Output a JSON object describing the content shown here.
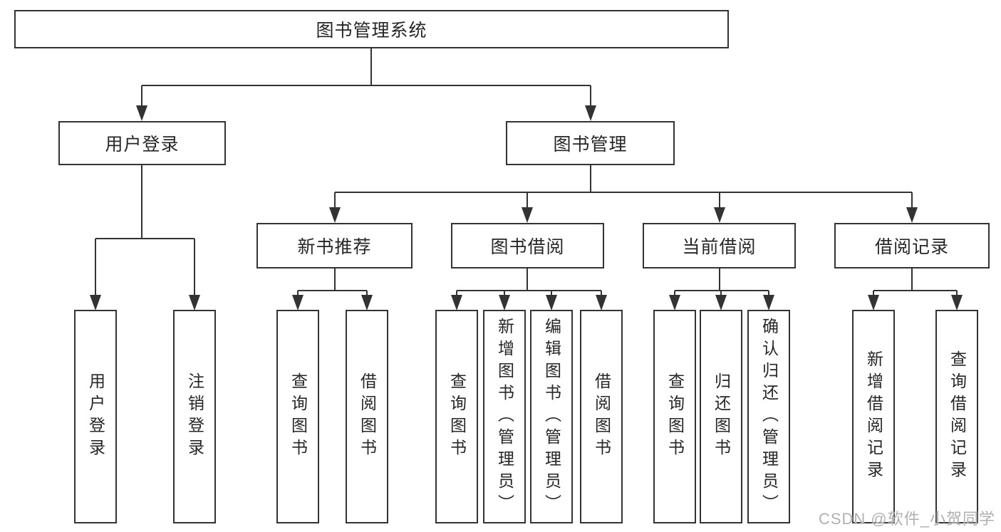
{
  "colors": {
    "line": "#333333",
    "box_border": "#333333",
    "box_fill": "#ffffff",
    "text": "#262626",
    "watermark": "#b0b0b0",
    "background": "#ffffff"
  },
  "tree": {
    "label": "图书管理系统",
    "children": [
      {
        "label": "用户登录",
        "children": [
          {
            "label": "用户登录"
          },
          {
            "label": "注销登录"
          }
        ]
      },
      {
        "label": "图书管理",
        "children": [
          {
            "label": "新书推荐",
            "children": [
              {
                "label": "查询图书"
              },
              {
                "label": "借阅图书"
              }
            ]
          },
          {
            "label": "图书借阅",
            "children": [
              {
                "label": "查询图书"
              },
              {
                "label": "新增图书（管理员）"
              },
              {
                "label": "编辑图书（管理员）"
              },
              {
                "label": "借阅图书"
              }
            ]
          },
          {
            "label": "当前借阅",
            "children": [
              {
                "label": "查询图书"
              },
              {
                "label": "归还图书"
              },
              {
                "label": "确认归还（管理员）"
              }
            ]
          },
          {
            "label": "借阅记录",
            "children": [
              {
                "label": "新增借阅记录"
              },
              {
                "label": "查询借阅记录"
              }
            ]
          }
        ]
      }
    ]
  },
  "watermark": {
    "text": "CSDN @软件_小贺同学"
  }
}
